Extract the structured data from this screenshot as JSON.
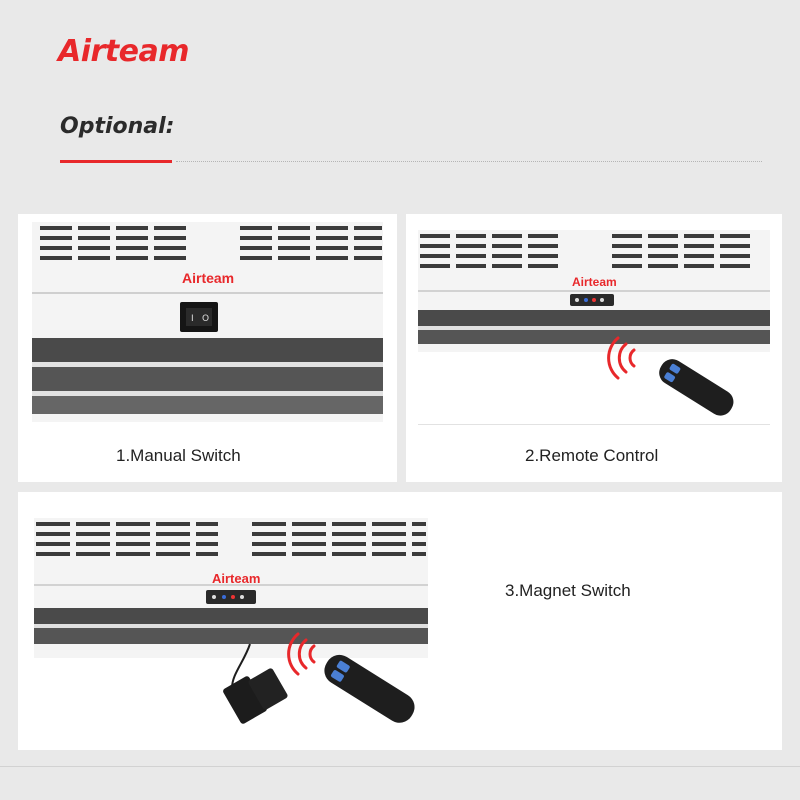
{
  "brand": {
    "logo_text": "Airteam",
    "unit_logo": "Airteam",
    "accent_color": "#e8282b"
  },
  "section": {
    "title": "Optional:"
  },
  "options": [
    {
      "label": "1.Manual Switch",
      "icon": "rocker-switch-icon"
    },
    {
      "label": "2.Remote Control",
      "icon": "remote-control-icon"
    },
    {
      "label": "3.Magnet Switch",
      "icon": "magnet-switch-icon"
    }
  ]
}
